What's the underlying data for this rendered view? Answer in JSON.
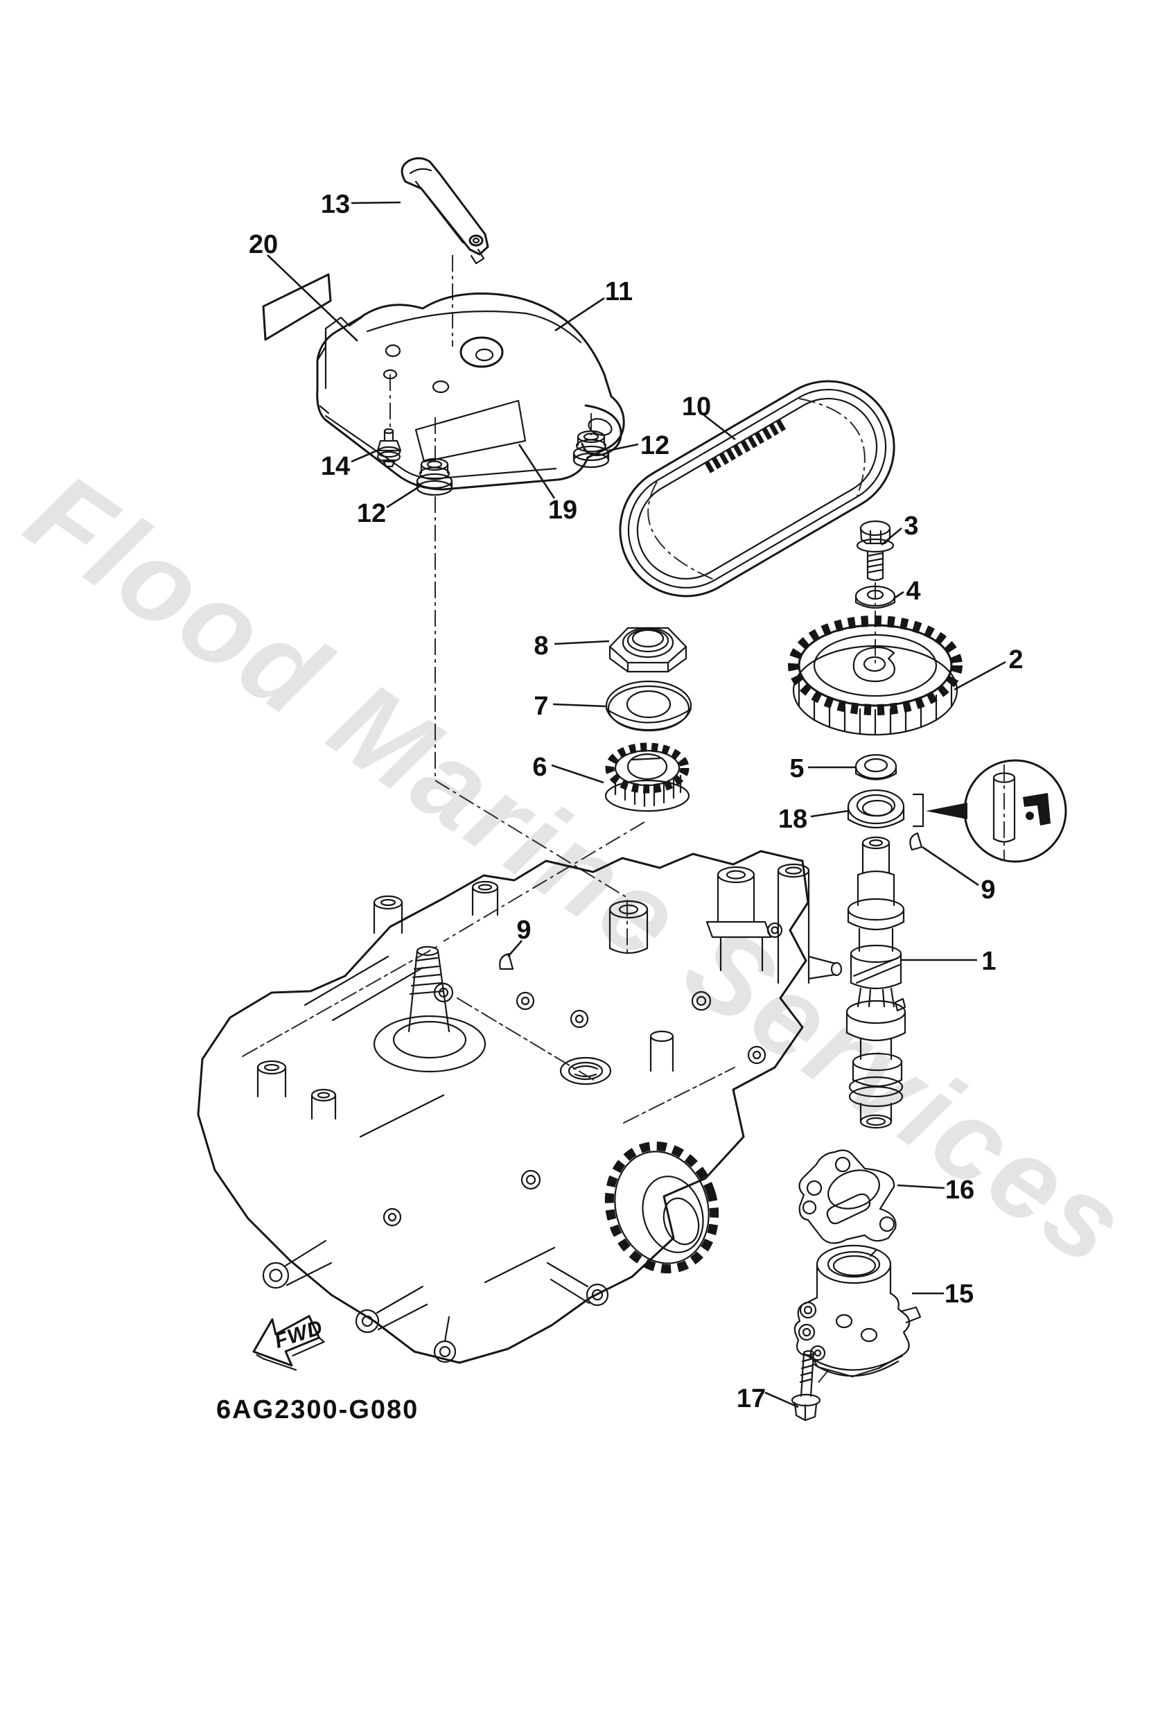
{
  "diagram": {
    "watermark": "Flood Marine Services",
    "part_code": "6AG2300-G080",
    "fwd_label": "FWD"
  },
  "callouts": [
    {
      "part": "13",
      "label": "13"
    },
    {
      "part": "20",
      "label": "20"
    },
    {
      "part": "11",
      "label": "11"
    },
    {
      "part": "14",
      "label": "14"
    },
    {
      "part": "12-left",
      "label": "12"
    },
    {
      "part": "12-right",
      "label": "12"
    },
    {
      "part": "19",
      "label": "19"
    },
    {
      "part": "10",
      "label": "10"
    },
    {
      "part": "3",
      "label": "3"
    },
    {
      "part": "4",
      "label": "4"
    },
    {
      "part": "2",
      "label": "2"
    },
    {
      "part": "8",
      "label": "8"
    },
    {
      "part": "7",
      "label": "7"
    },
    {
      "part": "6",
      "label": "6"
    },
    {
      "part": "5",
      "label": "5"
    },
    {
      "part": "18",
      "label": "18"
    },
    {
      "part": "9-seal",
      "label": "9"
    },
    {
      "part": "1",
      "label": "1"
    },
    {
      "part": "9-block",
      "label": "9"
    },
    {
      "part": "16",
      "label": "16"
    },
    {
      "part": "15",
      "label": "15"
    },
    {
      "part": "17",
      "label": "17"
    }
  ]
}
